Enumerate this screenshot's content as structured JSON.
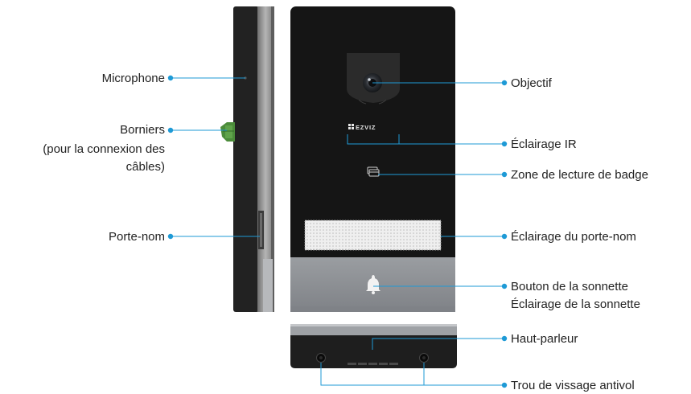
{
  "brand": "EZVIZ",
  "colors": {
    "accent": "#1e9ad6",
    "housing": "#1e1e1e",
    "frame": "#8a8a8a",
    "lower_panel": "#8d9095"
  },
  "icons": {
    "badge": "badge-reader-icon",
    "bell": "bell-icon",
    "brand": "ezviz-logo-icon"
  },
  "left_labels": {
    "microphone": "Microphone",
    "borniers_1": "Borniers",
    "borniers_2": "(pour la connexion des",
    "borniers_3": "câbles)",
    "porte_nom": "Porte-nom"
  },
  "right_labels": {
    "objectif": "Objectif",
    "eclairage_ir": "Éclairage IR",
    "badge_zone": "Zone de lecture de badge",
    "eclairage_porte_nom": "Éclairage du porte-nom",
    "bouton_sonnette": "Bouton de la sonnette",
    "eclairage_sonnette": "Éclairage de la sonnette",
    "haut_parleur": "Haut-parleur",
    "trou_vissage": "Trou de vissage antivol"
  }
}
